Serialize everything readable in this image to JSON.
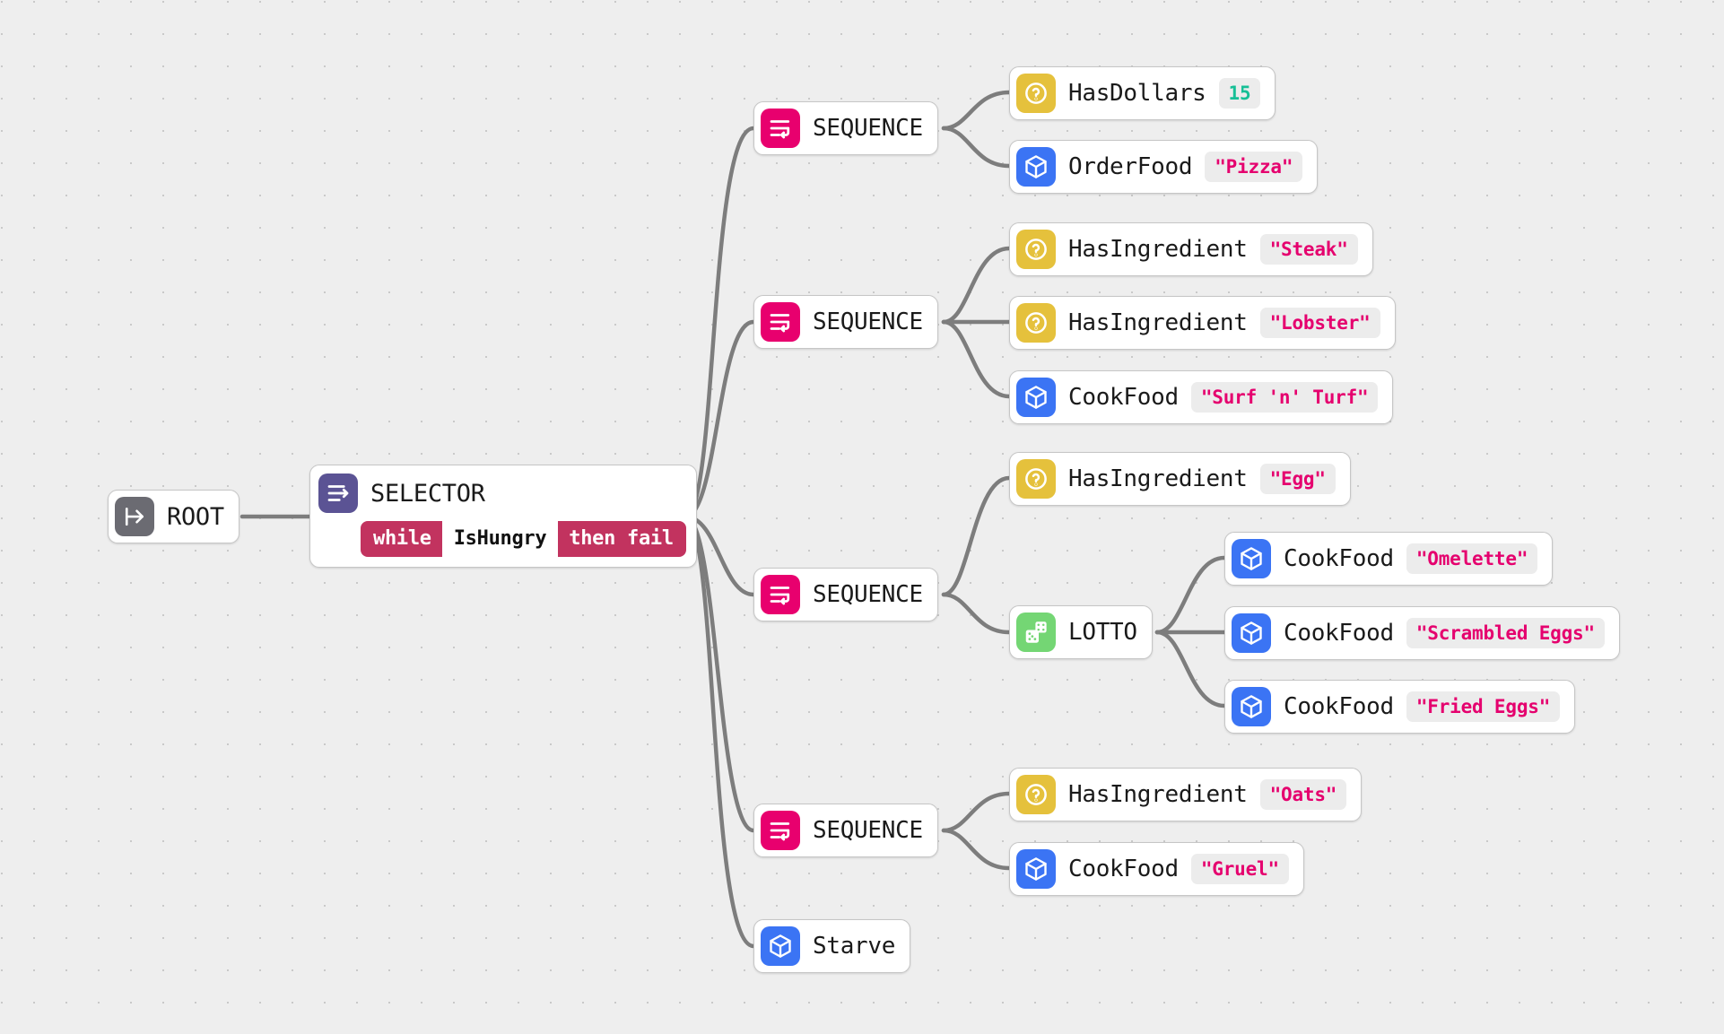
{
  "canvas": {
    "background_color": "#eeeeee",
    "dot_color": "#c9c9c9",
    "edge_color": "#7d7d7d"
  },
  "palette": {
    "root": "#6b6b72",
    "selector": "#5b5394",
    "sequence": "#e8006e",
    "lotto": "#74d674",
    "condition": "#e5c13c",
    "action": "#3b74f4",
    "string_param": "#e5006e",
    "number_param": "#16bf96",
    "decorator_bg": "#c2335f"
  },
  "nodes": {
    "root": {
      "label": "ROOT",
      "icon": "root-arrow-icon"
    },
    "selector": {
      "label": "SELECTOR",
      "icon": "selector-lines-arrow-icon",
      "decorator": {
        "keyword_left": "while",
        "value": "IsHungry",
        "keyword_right": "then fail"
      }
    },
    "seq_pizza": {
      "label": "SEQUENCE",
      "icon": "sequence-loop-icon"
    },
    "has_dollars": {
      "label": "HasDollars",
      "icon": "question-mark-icon",
      "param": "15",
      "param_type": "number"
    },
    "order_food": {
      "label": "OrderFood",
      "icon": "cube-icon",
      "param": "\"Pizza\"",
      "param_type": "string"
    },
    "seq_surf": {
      "label": "SEQUENCE",
      "icon": "sequence-loop-icon"
    },
    "has_steak": {
      "label": "HasIngredient",
      "icon": "question-mark-icon",
      "param": "\"Steak\"",
      "param_type": "string"
    },
    "has_lobster": {
      "label": "HasIngredient",
      "icon": "question-mark-icon",
      "param": "\"Lobster\"",
      "param_type": "string"
    },
    "cook_surf": {
      "label": "CookFood",
      "icon": "cube-icon",
      "param": "\"Surf 'n' Turf\"",
      "param_type": "string"
    },
    "seq_egg": {
      "label": "SEQUENCE",
      "icon": "sequence-loop-icon"
    },
    "has_egg": {
      "label": "HasIngredient",
      "icon": "question-mark-icon",
      "param": "\"Egg\"",
      "param_type": "string"
    },
    "lotto": {
      "label": "LOTTO",
      "icon": "dice-icon"
    },
    "cook_omelette": {
      "label": "CookFood",
      "icon": "cube-icon",
      "param": "\"Omelette\"",
      "param_type": "string"
    },
    "cook_scrambled": {
      "label": "CookFood",
      "icon": "cube-icon",
      "param": "\"Scrambled Eggs\"",
      "param_type": "string"
    },
    "cook_fried": {
      "label": "CookFood",
      "icon": "cube-icon",
      "param": "\"Fried Eggs\"",
      "param_type": "string"
    },
    "seq_gruel": {
      "label": "SEQUENCE",
      "icon": "sequence-loop-icon"
    },
    "has_oats": {
      "label": "HasIngredient",
      "icon": "question-mark-icon",
      "param": "\"Oats\"",
      "param_type": "string"
    },
    "cook_gruel": {
      "label": "CookFood",
      "icon": "cube-icon",
      "param": "\"Gruel\"",
      "param_type": "string"
    },
    "starve": {
      "label": "Starve",
      "icon": "cube-icon"
    }
  }
}
